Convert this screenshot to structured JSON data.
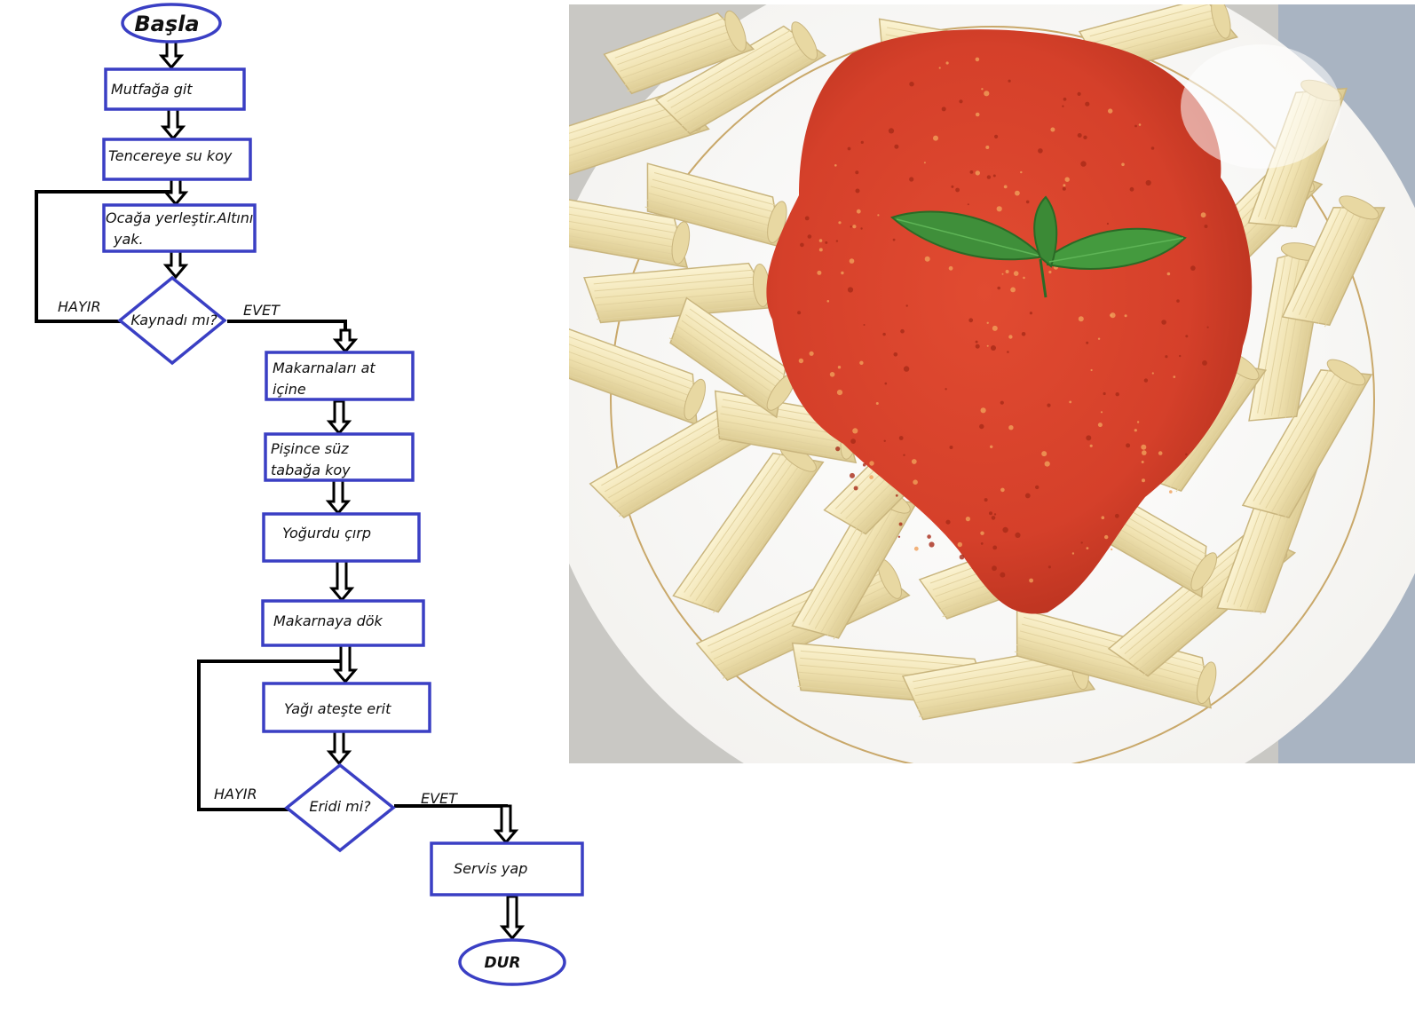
{
  "colors": {
    "shape_outline": "#3a3fc4",
    "connector": "#000000",
    "background": "#ffffff",
    "sauce": "#d8432c",
    "pasta": "#f1e5b7"
  },
  "start": {
    "label": "Başla"
  },
  "end": {
    "label": "DUR"
  },
  "steps": {
    "go_kitchen": "Mutfağa git",
    "water_pot": "Tencereye su koy",
    "place_stove_line1": "Ocağa yerleştir.Altını",
    "place_stove_line2": "yak.",
    "add_pasta_line1": "Makarnaları at",
    "add_pasta_line2": "içine",
    "drain_line1": "Pişince süz",
    "drain_line2": "tabağa koy",
    "whisk_yogurt": "Yoğurdu çırp",
    "pour_on_pasta": "Makarnaya dök",
    "melt_butter": "Yağı ateşte erit",
    "serve": "Servis yap"
  },
  "decisions": {
    "boiled": "Kaynadı mı?",
    "melted": "Eridi mi?"
  },
  "branch_labels": {
    "boiled_no": "HAYIR",
    "boiled_yes": "EVET",
    "melted_no": "HAYIR",
    "melted_yes": "EVET"
  },
  "photo": {
    "icon": "penne-pasta-with-tomato-sauce-and-mint-photo"
  }
}
